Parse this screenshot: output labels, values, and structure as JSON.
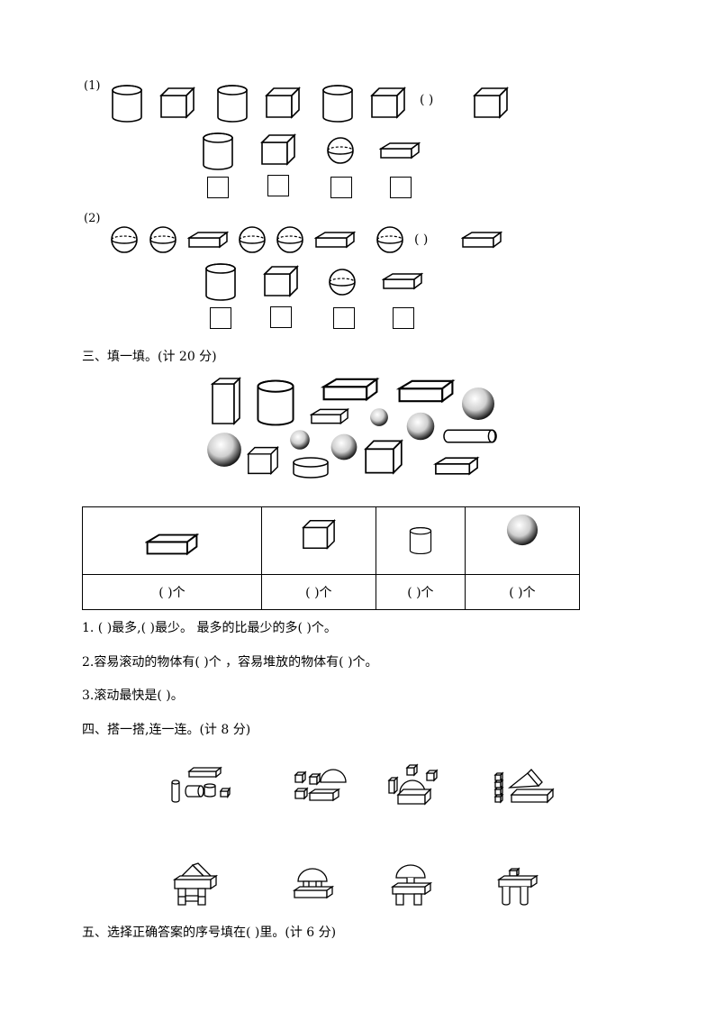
{
  "part1": {
    "label_1": "(1)",
    "label_2": "(2)",
    "blank": "(    )"
  },
  "section3": {
    "title": "三、填一填。(计 20 分)",
    "count_cells": [
      "(      )个",
      "(      )个",
      "(      )个",
      "(      )个"
    ],
    "q1": "1. (      )最多,(      )最少。  最多的比最少的多(      )个。",
    "q2": "2.容易滚动的物体有(      )个  ，容易堆放的物体有(      )个。",
    "q3": "3.滚动最快是(      )。"
  },
  "section4": {
    "title": "四、搭一搭,连一连。(计 8 分)"
  },
  "section5": {
    "title": "五、选择正确答案的序号填在(   )里。(计 6 分)"
  }
}
